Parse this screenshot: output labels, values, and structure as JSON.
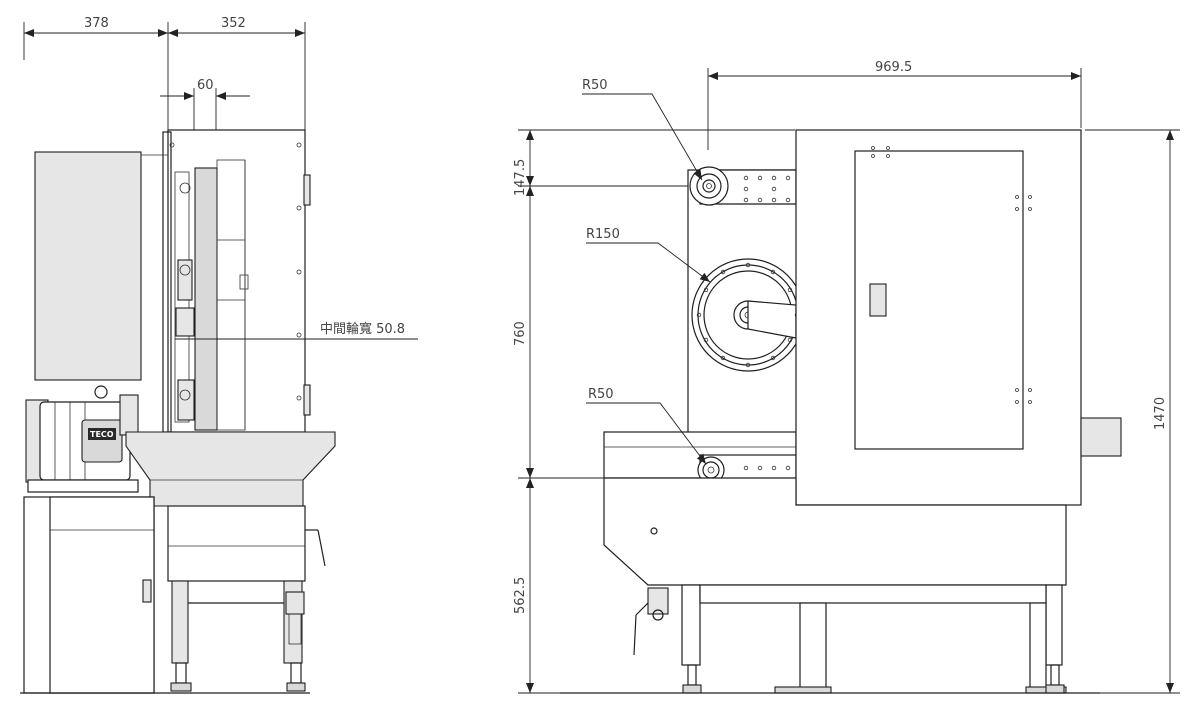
{
  "left_view": {
    "dim_width_left": "378",
    "dim_width_right": "352",
    "dim_wheel_gap": "60",
    "middle_wheel_width_label": "中間輪寬 50.8",
    "motor_brand": "TECO"
  },
  "front_view": {
    "dim_total_width": "969.5",
    "dim_total_height": "1470",
    "dim_top_offset": "147.5",
    "dim_middle_span": "760",
    "dim_base_height": "562.5",
    "radius_top": "R50",
    "radius_middle": "R150",
    "radius_bottom": "R50"
  }
}
